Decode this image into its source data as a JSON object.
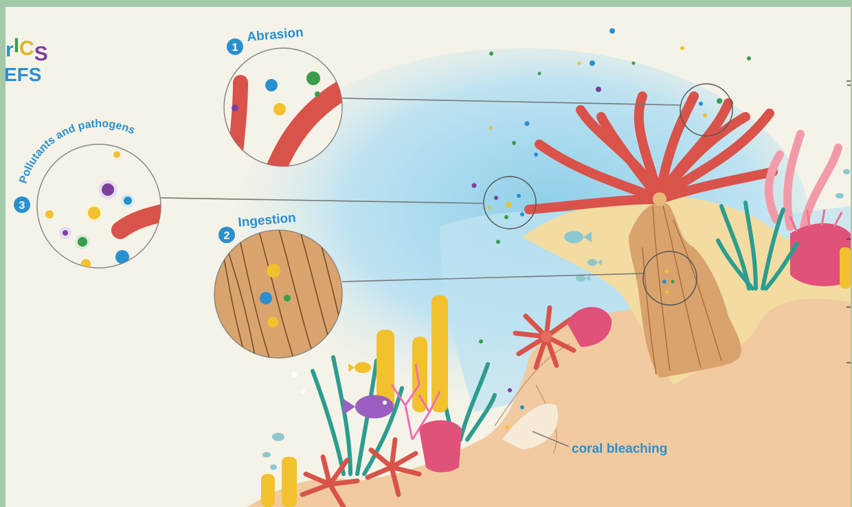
{
  "title_fragment": {
    "line1_letters": [
      {
        "ch": "r",
        "color": "#2a8fcf"
      },
      {
        "ch": "I",
        "color": "#3a9d4b"
      },
      {
        "ch": "C",
        "color": "#e0b325"
      },
      {
        "ch": "S",
        "color": "#7b3f9e"
      }
    ],
    "line2": "EFS"
  },
  "callouts": [
    {
      "number": "1",
      "label": "Abrasion"
    },
    {
      "number": "2",
      "label": "Ingestion"
    },
    {
      "number": "3",
      "label": "Pollutants and pathogens"
    }
  ],
  "annotation": "coral bleaching",
  "colors": {
    "frame": "#a3c9a8",
    "background": "#f5f3e7",
    "accent_blue": "#2a8fcf",
    "coral_red": "#d9534a",
    "sand": "#f3dca2",
    "trunk_tan": "#d9a36e",
    "water_blue": "#a9d8ef",
    "seagrass_teal": "#2c9d8f",
    "pink": "#e0527a",
    "yellow": "#f2c12e"
  }
}
